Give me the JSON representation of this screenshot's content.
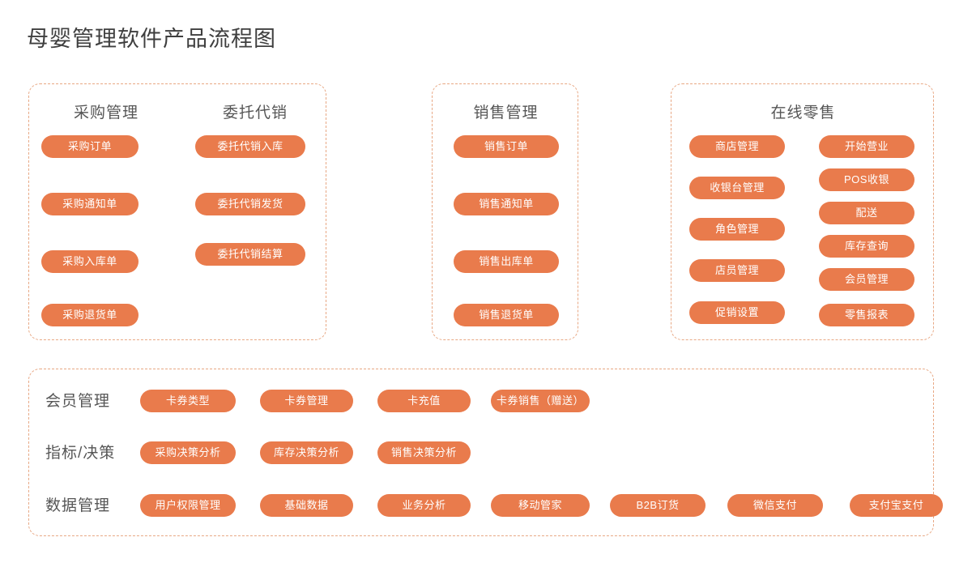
{
  "page": {
    "title": "母婴管理软件产品流程图",
    "accent_color": "#e97b4c",
    "panel_border_color": "#e8a884",
    "background_color": "#ffffff",
    "text_color": "#565656"
  },
  "panels": [
    {
      "id": "purchase",
      "columns": [
        {
          "title": "采购管理",
          "items": [
            "采购订单",
            "采购通知单",
            "采购入库单",
            "采购退货单"
          ]
        },
        {
          "title": "委托代销",
          "items": [
            "委托代销入库",
            "委托代销发货",
            "委托代销结算"
          ]
        }
      ]
    },
    {
      "id": "sales",
      "columns": [
        {
          "title": "销售管理",
          "items": [
            "销售订单",
            "销售通知单",
            "销售出库单",
            "销售退货单"
          ]
        }
      ]
    },
    {
      "id": "retail",
      "title": "在线零售",
      "columns": [
        {
          "title": "",
          "items": [
            "商店管理",
            "收银台管理",
            "角色管理",
            "店员管理",
            "促销设置"
          ]
        },
        {
          "title": "",
          "items": [
            "开始营业",
            "POS收银",
            "配送",
            "库存查询",
            "会员管理",
            "零售报表"
          ]
        }
      ]
    }
  ],
  "bottom_panel": {
    "rows": [
      {
        "label": "会员管理",
        "items": [
          "卡券类型",
          "卡券管理",
          "卡充值",
          "卡券销售（赠送）"
        ]
      },
      {
        "label": "指标/决策",
        "items": [
          "采购决策分析",
          "库存决策分析",
          "销售决策分析"
        ]
      },
      {
        "label": "数据管理",
        "items": [
          "用户权限管理",
          "基础数据",
          "业务分析",
          "移动管家",
          "B2B订货",
          "微信支付",
          "支付宝支付"
        ]
      }
    ]
  }
}
